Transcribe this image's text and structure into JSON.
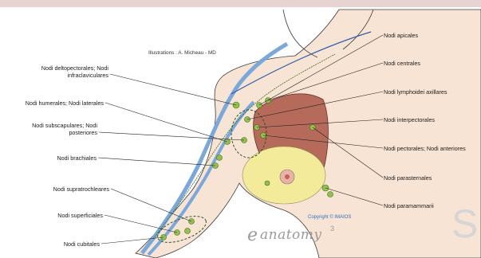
{
  "credit": "Illustrations : A. Micheau - MD",
  "copyright": "Copyright © IMAIOS",
  "brand": {
    "mark": "e",
    "word": "anatomy",
    "superscript": "3"
  },
  "corner_glyph": "S",
  "labels": {
    "nodi_apicales": "Nodi apicales",
    "nodi_centrales": "Nodi centrales",
    "nodi_lymphoidei_axillares": "Nodi lymphoidei axillares",
    "nodi_interpectorales": "Nodi interpectorales",
    "nodi_pectorales": "Nodi pectorales; Nodi anteriores",
    "nodi_parasternales": "Nodi parasternales",
    "nodi_paramammarii": "Nodi paramammarii",
    "nodi_deltopectorales_1": "Nodi deltopectorales; Nodi",
    "nodi_deltopectorales_2": "infraclaviculares",
    "nodi_humerales": "Nodi humerales; Nodi laterales",
    "nodi_subscapulares_1": "Nodi subscapulares; Nodi",
    "nodi_subscapulares_2": "posteriores",
    "nodi_brachiales": "Nodi brachiales",
    "nodi_supratrochleares": "Nodi supratrochleares",
    "nodi_superficiales": "Nodi superficiales",
    "nodi_cubitales": "Nodi cubitales"
  },
  "colors": {
    "skin": "#f8e4d4",
    "skin_outline": "#3a3a3a",
    "muscle": "#b56a5a",
    "vein": "#7aa8dc",
    "artery_line": "#2f5fa8",
    "node": "#93c24a",
    "node_outline": "#3f6b1e",
    "breast_fat": "#f4eb9a",
    "nipple": "#d98a8a"
  }
}
